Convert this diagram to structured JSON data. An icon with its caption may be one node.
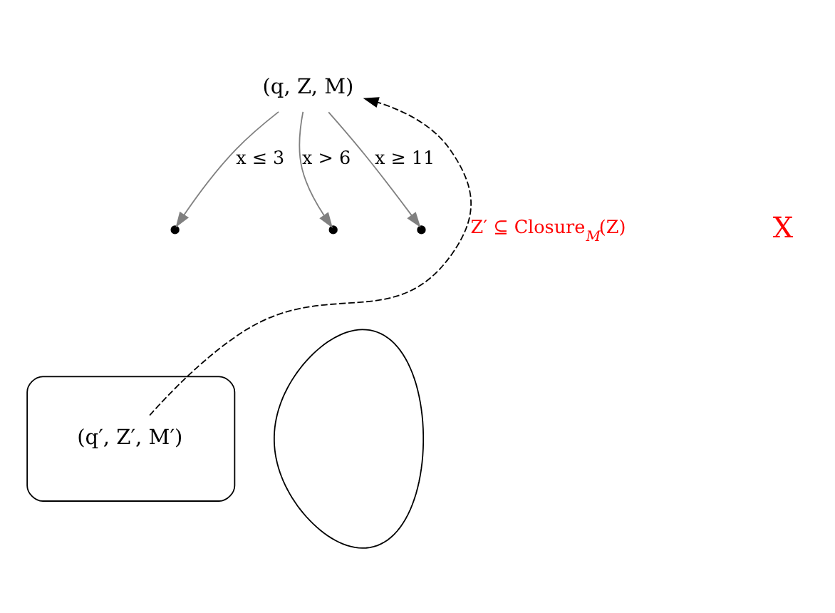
{
  "diagram": {
    "nodes": [
      {
        "text": [
          "(q, Z, M)"
        ]
      },
      {
        "text": [],
        "shape": "circle"
      },
      {
        "text": [],
        "shape": "circle"
      },
      {
        "text": [],
        "shape": "circle"
      },
      {
        "text": [],
        "shape": "teardrop"
      },
      {
        "text": [
          "(q′, Z′, M′)"
        ],
        "in": 4
      },
      {
        "text": [],
        "shape": "teardrop"
      }
    ],
    "edges": [
      {
        "from": 5,
        "to": 0,
        "arrow": "to",
        "style": "dashed",
        "label": "Z′ ⊆ Closure$_{M}$(Z)",
        "color": "#000000"
      },
      {
        "from": 0,
        "to": 1,
        "arrow": "to",
        "label": "x ≤ 3",
        "color": "#808080"
      },
      {
        "from": 0,
        "to": 2,
        "arrow": "to",
        "label": "x > 6",
        "color": "#808080"
      },
      {
        "from": 0,
        "to": 3,
        "arrow": "to",
        "label": "x ≥ 11",
        "color": "#808080"
      }
    ],
    "labels": [
      "X"
    ]
  }
}
